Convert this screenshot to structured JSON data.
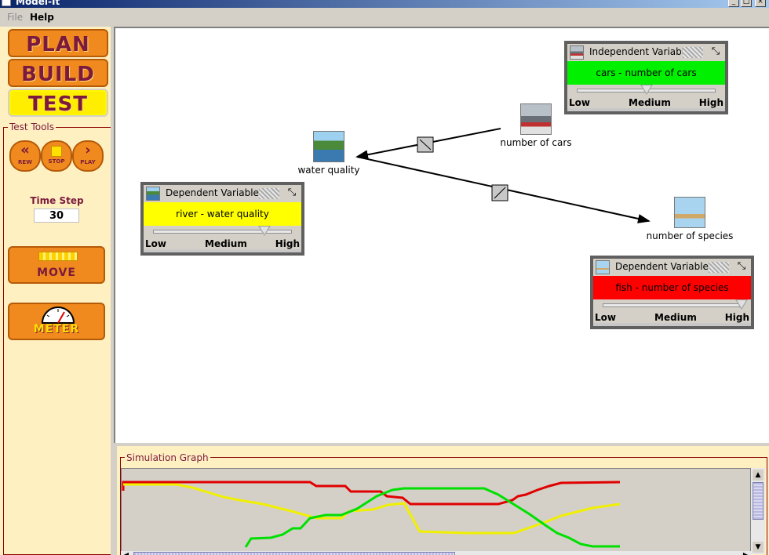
{
  "window": {
    "title": "Model-It"
  },
  "menu": [
    {
      "label": "File",
      "enabled": false
    },
    {
      "label": "Help",
      "enabled": true
    }
  ],
  "modes": {
    "plan": "PLAN",
    "build": "BUILD",
    "test": "TEST",
    "active": "test"
  },
  "test_tools": {
    "legend": "Test Tools",
    "rew": "REW",
    "stop": "STOP",
    "play": "PLAY",
    "time_step_label": "Time Step",
    "time_step_value": "30",
    "move_label": "MOVE",
    "meter_label": "METER"
  },
  "nodes": {
    "water": {
      "label": "water quality",
      "icon": "water-image"
    },
    "cars": {
      "label": "number of cars",
      "icon": "cars-image"
    },
    "species": {
      "label": "number of species",
      "icon": "fish-image"
    }
  },
  "panels": {
    "cars": {
      "header": "Independent Variable",
      "value": "cars - number of cars",
      "value_color": "#00f000",
      "level": 0.5,
      "scale": [
        "Low",
        "Medium",
        "High"
      ]
    },
    "water": {
      "header": "Dependent Variable",
      "value": "river - water quality",
      "value_color": "#ffff00",
      "level": 0.8,
      "scale": [
        "Low",
        "Medium",
        "High"
      ]
    },
    "species": {
      "header": "Dependent Variable",
      "value": "fish - number of species",
      "value_color": "#ff0000",
      "level": 1.0,
      "scale": [
        "Low",
        "Medium",
        "High"
      ]
    }
  },
  "graph": {
    "legend": "Simulation Graph",
    "series_colors": {
      "red": "#e00000",
      "yellow": "#f0f000",
      "green": "#00e000"
    }
  }
}
